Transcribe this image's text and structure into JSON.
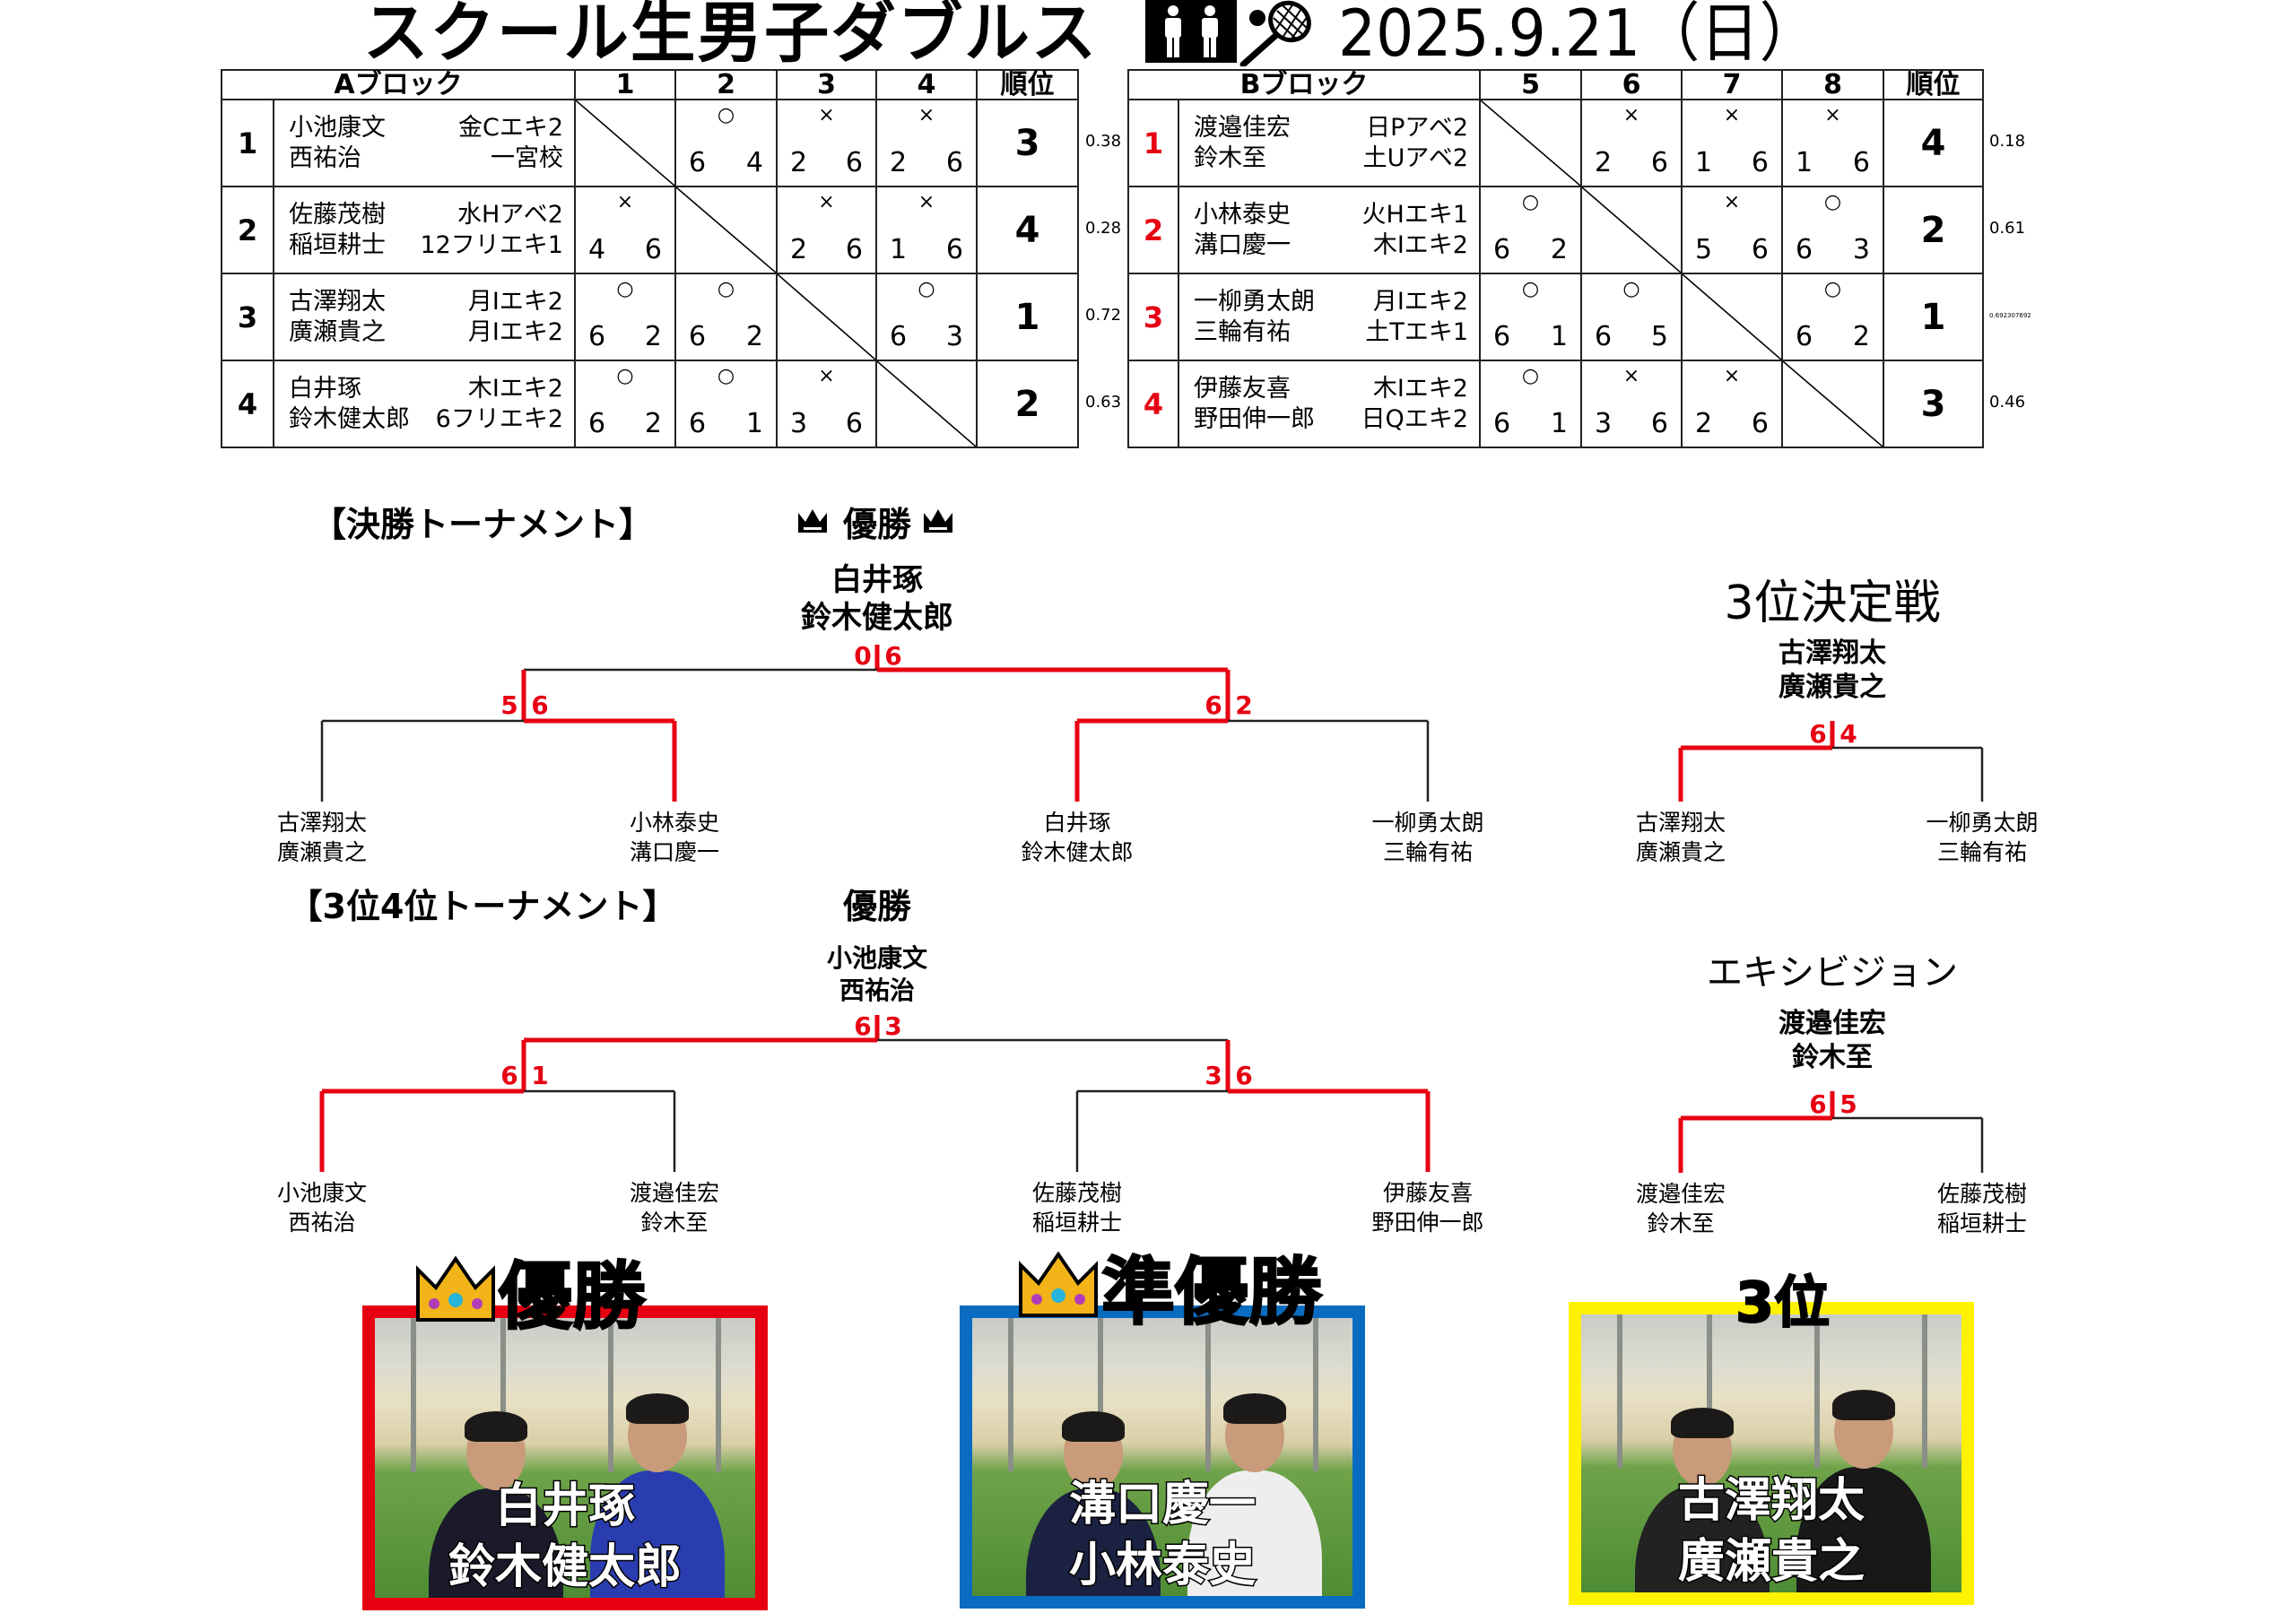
{
  "header": {
    "title": "スクール生男子ダブルス",
    "date": "2025.9.21（日）",
    "icons": [
      "man-icon",
      "man-icon",
      "tennis-racket-icon"
    ]
  },
  "blocks": [
    {
      "name": "Aブロック",
      "cols": [
        "1",
        "2",
        "3",
        "4"
      ],
      "rank_header": "順位",
      "red_numbers": false,
      "rows": [
        {
          "no": "1",
          "players": [
            "小池康文",
            "西祐治"
          ],
          "clubs": [
            "金Cエキ2",
            "一宮校"
          ],
          "results": [
            null,
            {
              "mark": "○",
              "s": [
                "6",
                "4"
              ]
            },
            {
              "mark": "×",
              "s": [
                "2",
                "6"
              ]
            },
            {
              "mark": "×",
              "s": [
                "2",
                "6"
              ]
            }
          ],
          "rank": "3",
          "ratio": "0.38"
        },
        {
          "no": "2",
          "players": [
            "佐藤茂樹",
            "稲垣耕士"
          ],
          "clubs": [
            "水Hアベ2",
            "12フリエキ1"
          ],
          "results": [
            {
              "mark": "×",
              "s": [
                "4",
                "6"
              ]
            },
            null,
            {
              "mark": "×",
              "s": [
                "2",
                "6"
              ]
            },
            {
              "mark": "×",
              "s": [
                "1",
                "6"
              ]
            }
          ],
          "rank": "4",
          "ratio": "0.28"
        },
        {
          "no": "3",
          "players": [
            "古澤翔太",
            "廣瀬貴之"
          ],
          "clubs": [
            "月Iエキ2",
            "月Iエキ2"
          ],
          "results": [
            {
              "mark": "○",
              "s": [
                "6",
                "2"
              ]
            },
            {
              "mark": "○",
              "s": [
                "6",
                "2"
              ]
            },
            null,
            {
              "mark": "○",
              "s": [
                "6",
                "3"
              ]
            }
          ],
          "rank": "1",
          "ratio": "0.72"
        },
        {
          "no": "4",
          "players": [
            "白井琢",
            "鈴木健太郎"
          ],
          "clubs": [
            "木Iエキ2",
            "6フリエキ2"
          ],
          "results": [
            {
              "mark": "○",
              "s": [
                "6",
                "2"
              ]
            },
            {
              "mark": "○",
              "s": [
                "6",
                "1"
              ]
            },
            {
              "mark": "×",
              "s": [
                "3",
                "6"
              ]
            },
            null
          ],
          "rank": "2",
          "ratio": "0.63"
        }
      ]
    },
    {
      "name": "Bブロック",
      "cols": [
        "5",
        "6",
        "7",
        "8"
      ],
      "rank_header": "順位",
      "red_numbers": true,
      "rows": [
        {
          "no": "1",
          "players": [
            "渡邉佳宏",
            "鈴木至"
          ],
          "clubs": [
            "日Pアベ2",
            "土Uアベ2"
          ],
          "results": [
            null,
            {
              "mark": "×",
              "s": [
                "2",
                "6"
              ]
            },
            {
              "mark": "×",
              "s": [
                "1",
                "6"
              ]
            },
            {
              "mark": "×",
              "s": [
                "1",
                "6"
              ]
            }
          ],
          "rank": "4",
          "ratio": "0.18"
        },
        {
          "no": "2",
          "players": [
            "小林泰史",
            "溝口慶一"
          ],
          "clubs": [
            "火Hエキ1",
            "木Iエキ2"
          ],
          "results": [
            {
              "mark": "○",
              "s": [
                "6",
                "2"
              ]
            },
            null,
            {
              "mark": "×",
              "s": [
                "5",
                "6"
              ]
            },
            {
              "mark": "○",
              "s": [
                "6",
                "3"
              ]
            }
          ],
          "rank": "2",
          "ratio": "0.61"
        },
        {
          "no": "3",
          "players": [
            "一柳勇太朗",
            "三輪有祐"
          ],
          "clubs": [
            "月Iエキ2",
            "土Tエキ1"
          ],
          "results": [
            {
              "mark": "○",
              "s": [
                "6",
                "1"
              ]
            },
            {
              "mark": "○",
              "s": [
                "6",
                "5"
              ]
            },
            null,
            {
              "mark": "○",
              "s": [
                "6",
                "2"
              ]
            }
          ],
          "rank": "1",
          "ratio": "0.692307692"
        },
        {
          "no": "4",
          "players": [
            "伊藤友喜",
            "野田伸一郎"
          ],
          "clubs": [
            "木Iエキ2",
            "日Qエキ2"
          ],
          "results": [
            {
              "mark": "○",
              "s": [
                "6",
                "1"
              ]
            },
            {
              "mark": "×",
              "s": [
                "3",
                "6"
              ]
            },
            {
              "mark": "×",
              "s": [
                "2",
                "6"
              ]
            },
            null
          ],
          "rank": "3",
          "ratio": "0.46"
        }
      ]
    }
  ],
  "brackets": [
    {
      "title": "【決勝トーナメント】",
      "champion_label": "優勝",
      "champion_label_crowns": true,
      "champion": [
        "白井琢",
        "鈴木健太郎"
      ],
      "final_score": [
        "0",
        "6"
      ],
      "semis": [
        {
          "score": [
            "5",
            "6"
          ],
          "left": [
            "古澤翔太",
            "廣瀬貴之"
          ],
          "right": [
            "小林泰史",
            "溝口慶一"
          ]
        },
        {
          "score": [
            "6",
            "2"
          ],
          "left": [
            "白井琢",
            "鈴木健太郎"
          ],
          "right": [
            "一柳勇太朗",
            "三輪有祐"
          ]
        }
      ]
    },
    {
      "title": "【3位4位トーナメント】",
      "champion_label": "優勝",
      "champion_label_crowns": false,
      "champion": [
        "小池康文",
        "西祐治"
      ],
      "final_score": [
        "6",
        "3"
      ],
      "semis": [
        {
          "score": [
            "6",
            "1"
          ],
          "left": [
            "小池康文",
            "西祐治"
          ],
          "right": [
            "渡邉佳宏",
            "鈴木至"
          ]
        },
        {
          "score": [
            "3",
            "6"
          ],
          "left": [
            "佐藤茂樹",
            "稲垣耕士"
          ],
          "right": [
            "伊藤友喜",
            "野田伸一郎"
          ]
        }
      ]
    }
  ],
  "matches": [
    {
      "title": "3位決定戦",
      "winner": [
        "古澤翔太",
        "廣瀬貴之"
      ],
      "score": [
        "6",
        "4"
      ],
      "left": [
        "古澤翔太",
        "廣瀬貴之"
      ],
      "right": [
        "一柳勇太朗",
        "三輪有祐"
      ]
    },
    {
      "title": "エキシビジョン",
      "winner": [
        "渡邉佳宏",
        "鈴木至"
      ],
      "score": [
        "6",
        "5"
      ],
      "left": [
        "渡邉佳宏",
        "鈴木至"
      ],
      "right": [
        "佐藤茂樹",
        "稲垣耕士"
      ]
    }
  ],
  "photos": [
    {
      "label": "優勝",
      "crown": true,
      "names": [
        "白井琢",
        "鈴木健太郎"
      ],
      "frame_color": "#e60012"
    },
    {
      "label": "準優勝",
      "crown": true,
      "names": [
        "溝口慶一",
        "小林泰史"
      ],
      "frame_color": "#0a6cc0"
    },
    {
      "label": "3位",
      "crown": false,
      "names": [
        "古澤翔太",
        "廣瀬貴之"
      ],
      "frame_color": "#fff200"
    }
  ],
  "colors": {
    "win_line": "#e60012",
    "line": "#222222",
    "score": "#e60012"
  }
}
